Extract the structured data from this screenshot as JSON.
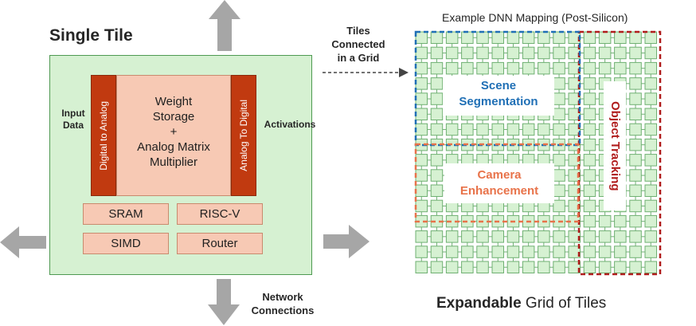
{
  "single_tile": {
    "title": "Single Tile",
    "left_bar": "Digital to Analog",
    "right_bar": "Analog To Digital",
    "core_lines": [
      "Weight",
      "Storage",
      "+",
      "Analog Matrix",
      "Multiplier"
    ],
    "blocks": {
      "sram": "SRAM",
      "riscv": "RISC-V",
      "simd": "SIMD",
      "router": "Router"
    },
    "input_label": [
      "Input",
      "Data"
    ],
    "activations_label": "Activations"
  },
  "connections": {
    "tiles_label": [
      "Tiles",
      "Connected",
      "in a Grid"
    ],
    "network_label": [
      "Network",
      "Connections"
    ]
  },
  "grid": {
    "caption": "Example DNN Mapping (Post-Silicon)",
    "regions": {
      "scene": [
        "Scene",
        "Segmentation"
      ],
      "camera": [
        "Camera",
        "Enhancement"
      ],
      "object": "Object Tracking"
    },
    "footer_bold": "Expandable",
    "footer_rest": " Grid of Tiles"
  },
  "colors": {
    "tile_fill": "#d6f1d2",
    "converter": "#c13a10",
    "block_fill": "#f7c9b4",
    "scene": "#1f6fb5",
    "camera": "#e8734a",
    "object": "#b01c1c",
    "arrow_gray": "#a6a6a6"
  }
}
